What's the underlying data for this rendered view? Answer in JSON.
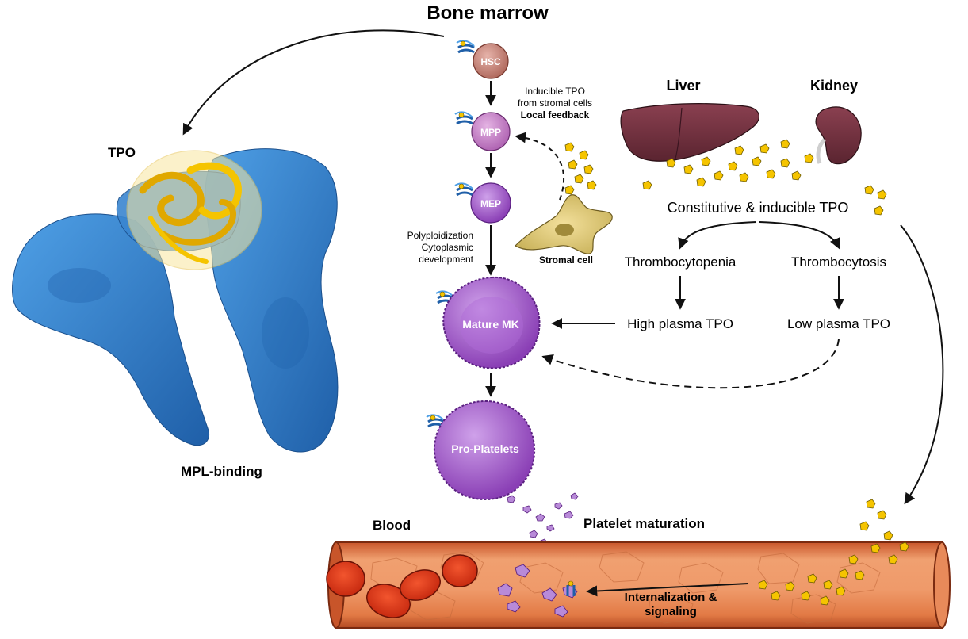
{
  "title": "Bone marrow",
  "left": {
    "tpo_label": "TPO",
    "mpl_label": "MPL-binding"
  },
  "cells": {
    "hsc": "HSC",
    "mpp": "MPP",
    "mep": "MEP",
    "mature_mk": "Mature MK",
    "pro_platelets": "Pro-Platelets",
    "stromal": "Stromal cell"
  },
  "annotations": {
    "inducible_line1": "Inducible TPO",
    "inducible_line2": "from stromal cells",
    "inducible_line3": "Local feedback",
    "poly_line1": "Polyploidization",
    "poly_line2": "Cytoplasmic",
    "poly_line3": "development"
  },
  "organs": {
    "liver": "Liver",
    "kidney": "Kidney"
  },
  "regulation": {
    "constitutive": "Constitutive & inducible TPO",
    "thrombocytopenia": "Thrombocytopenia",
    "thrombocytosis": "Thrombocytosis",
    "high_plasma": "High plasma TPO",
    "low_plasma": "Low plasma TPO"
  },
  "blood": {
    "blood_label": "Blood",
    "platelet_maturation": "Platelet maturation",
    "internalization_line1": "Internalization &",
    "internalization_line2": "signaling"
  },
  "colors": {
    "tpo_yellow": "#f5c400",
    "mpl_blue": "#2f7fcf",
    "cell_purple": "#a257c9",
    "hsc_brown": "#c9837a",
    "vessel_orange": "#e2793f",
    "rbc_red": "#e23a1c",
    "organ_brown": "#6b2f3a"
  }
}
